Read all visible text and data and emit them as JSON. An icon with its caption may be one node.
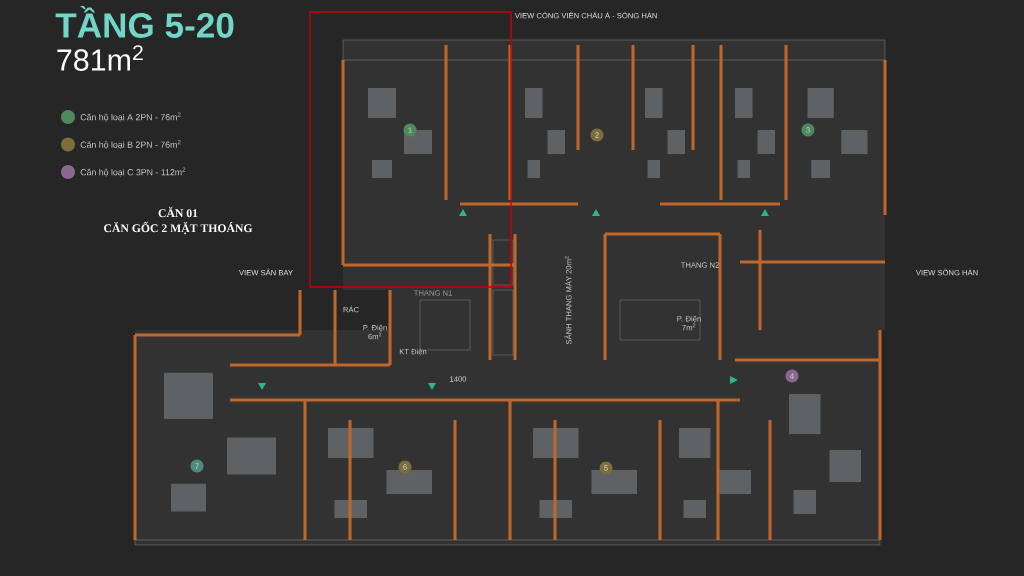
{
  "diagram": {
    "title": "TẦNG 5-20",
    "nodes": [
      {
        "text": [
          "1"
        ]
      },
      {
        "text": [
          "2"
        ]
      },
      {
        "text": [
          "3"
        ]
      },
      {
        "text": [
          "4"
        ]
      },
      {
        "text": [
          "7"
        ]
      },
      {
        "text": [
          "6"
        ]
      },
      {
        "text": [
          "5"
        ]
      }
    ],
    "labels": [
      "781m$^{2}$",
      "VIEW CÔNG VIÊN CHÂU Á - SÔNG HÀN",
      "CĂN 01",
      "CĂN GỐC 2 MẶT THOÁNG",
      "VIEW SÂN BAY",
      "VIEW SÔNG HÀN",
      "THANG N2",
      "SẢNH THANG MÁY 20m$^{2}$",
      "THANG N1",
      "RÁC",
      "P. Điện 6m$^{2}$",
      "P. Điện 7m$^{2}$",
      "KT Điện",
      "1400"
    ],
    "legend": [
      {
        "text": "Căn hộ loại A 2PN - 76m$^{2}$",
        "color": "#4e8a5e"
      },
      {
        "text": "Căn hộ loại B 2PN - 76m$^{2}$",
        "color": "#7d6d3c"
      },
      {
        "text": "Căn hộ loại C 3PN - 112m$^{2}$",
        "color": "#8a6890"
      }
    ]
  }
}
